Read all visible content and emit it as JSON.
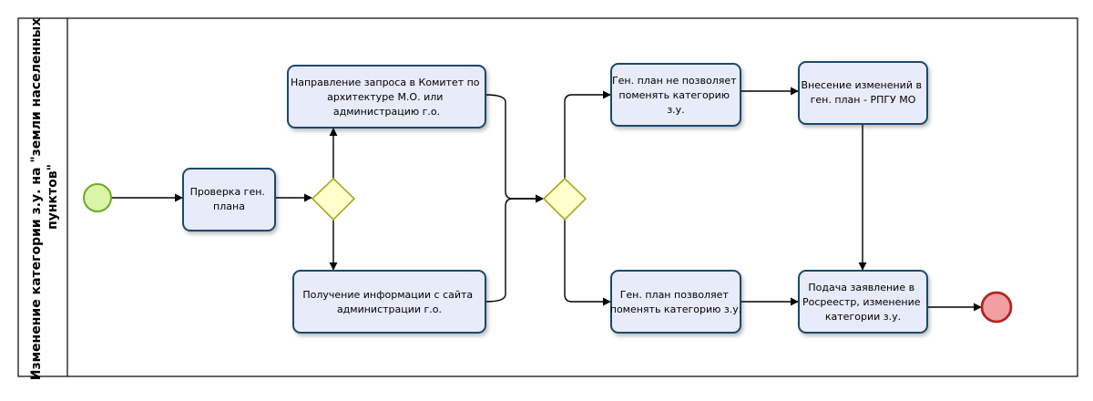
{
  "pool": {
    "title_lines": [
      "Изменение  категории з.у. на \"земли населенных",
      "пунктов\""
    ]
  },
  "tasks": {
    "check_plan": [
      "Проверка ген.",
      "плана"
    ],
    "request_committee": [
      "Направление запроса в Комитет по",
      "архитектуре М.О. или",
      "администрацию г.о."
    ],
    "site_info": [
      "Получение информации с сайта",
      "администрации г.о."
    ],
    "plan_not_allow": [
      "Ген. план не позволяет",
      "поменять категорию",
      "з.у."
    ],
    "plan_changes": [
      "Внесение изменений в",
      "ген. план - РПГУ МО"
    ],
    "plan_allows": [
      "Ген. план позволяет",
      "поменять категорию з.у."
    ],
    "submit_application": [
      "Подача заявление в",
      "Росреестр, изменение",
      "категории з.у."
    ]
  },
  "colors": {
    "task_fill": "#e8ebf9",
    "task_stroke": "#1e4a6e",
    "gateway_fill": "#ffffcc",
    "gateway_stroke": "#a8a820",
    "start_fill": "#d9f5a5",
    "start_stroke": "#6aa82a",
    "end_fill": "#f0a0a0",
    "end_stroke": "#b02525",
    "line": "#000000"
  }
}
